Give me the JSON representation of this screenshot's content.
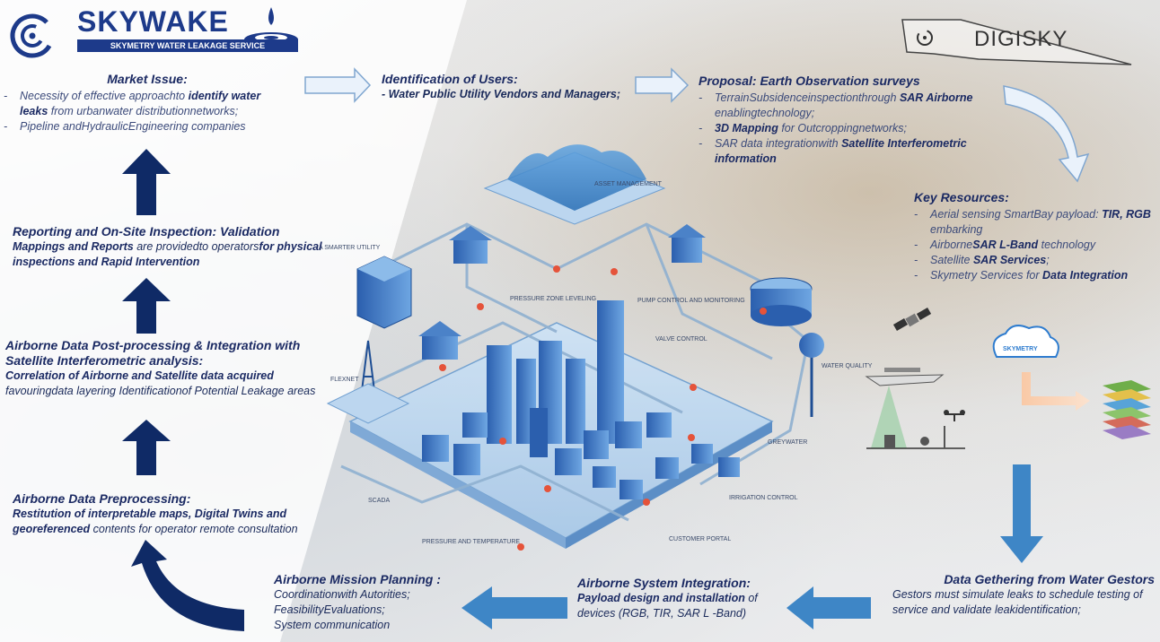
{
  "header": {
    "logo_title": "SKYWAKE",
    "logo_subtitle": "SKYMETRY WATER LEAKAGE SERVICE",
    "partner_logo": "DIGISKY"
  },
  "market": {
    "title": "Market Issue:",
    "items": [
      [
        "Necessity of effective approachto ",
        "identify water leaks",
        " from urbanwater distributionnetworks;"
      ],
      [
        "Pipeline andHydraulicEngineering companies"
      ]
    ]
  },
  "users": {
    "title": "Identification of Users:",
    "text": "- Water Public Utility Vendors and Managers;"
  },
  "proposal": {
    "title": "Proposal: Earth Observation surveys",
    "items": [
      [
        "TerrainSubsidenceinspectionthrough ",
        "SAR Airborne",
        " enablingtechnology;"
      ],
      [
        "",
        "3D Mapping",
        " for Outcroppingnetworks;"
      ],
      [
        "SAR data integrationwith ",
        "Satellite Interferometric information",
        ""
      ]
    ]
  },
  "resources": {
    "title": "Key Resources:",
    "items": [
      [
        "Aerial sensing SmartBay payload: ",
        "TIR, RGB",
        " embarking"
      ],
      [
        "Airborne",
        "SAR L-Band",
        " technology"
      ],
      [
        "Satellite ",
        "SAR Services",
        ";"
      ],
      [
        "Skymetry Services for ",
        "Data Integration",
        ""
      ]
    ]
  },
  "reporting": {
    "title": "Reporting and On-Site Inspection: Validation",
    "text_parts": [
      "Mappings and Reports",
      " are providedto operators",
      "for physical inspections and Rapid Intervention"
    ]
  },
  "postproc": {
    "title": "Airborne Data Post-processing & Integration with Satellite Interferometric analysis:",
    "text_parts": [
      "Correlation of Airborne and Satellite data acquired",
      " favouringdata layering Identificationof Potential Leakage areas"
    ]
  },
  "preproc": {
    "title": "Airborne Data Preprocessing:",
    "text_parts": [
      "Restitution of interpretable maps, Digital Twins and georeferenced",
      "contents for operator remote consultation"
    ]
  },
  "mission": {
    "title": "Airborne Mission Planning :",
    "lines": [
      "Coordinationwith Autorities;",
      "FeasibilityEvaluations;",
      "System communication"
    ]
  },
  "integration": {
    "title": "Airborne System Integration:",
    "text_parts": [
      "Payload design and installation",
      " of devices (RGB, TIR, SAR L -Band)"
    ]
  },
  "gathering": {
    "title": "Data Gethering from Water Gestors",
    "text": "Gestors must simulate leaks to schedule testing of service and validate leakidentification;"
  },
  "diagram_labels": {
    "asset": "ASSET MANAGEMENT",
    "smarter": "A SMARTER UTILITY",
    "pressure_zone": "PRESSURE ZONE LEVELING",
    "pump": "PUMP CONTROL AND MONITORING",
    "valve": "VALVE CONTROL",
    "water_quality": "WATER QUALITY",
    "flexnet": "FLEXNET",
    "greywater": "GREYWATER",
    "irrigation": "IRRIGATION CONTROL",
    "scada": "SCADA",
    "pressure_temp": "PRESSURE AND TEMPERATURE",
    "customer": "CUSTOMER PORTAL",
    "skymetry": "SKYMETRY"
  },
  "colors": {
    "navy": "#0f2a66",
    "arrow_light": "#3e86c6",
    "brand": "#1d3a8a"
  }
}
